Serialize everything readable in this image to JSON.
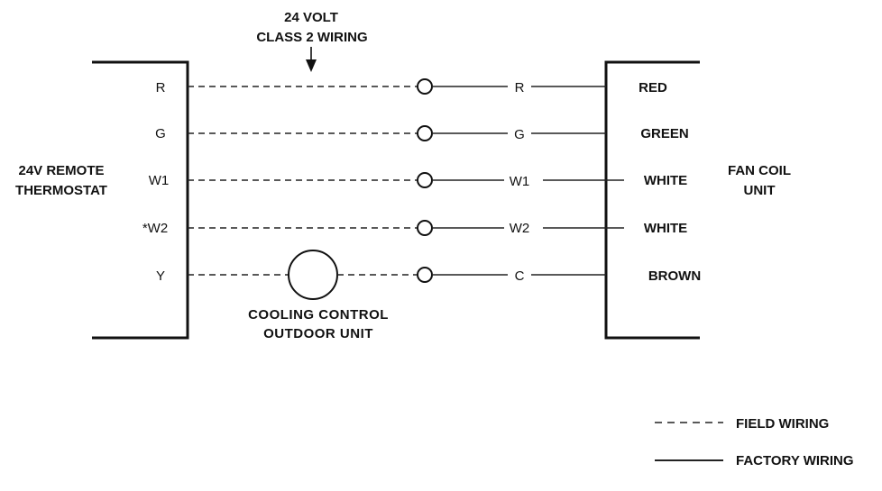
{
  "arrow_label": {
    "line1": "24 VOLT",
    "line2": "CLASS 2 WIRING"
  },
  "thermostat": {
    "line1": "24V REMOTE",
    "line2": "THERMOSTAT",
    "terminals": [
      "R",
      "G",
      "W1",
      "*W2",
      "Y"
    ]
  },
  "fan_coil": {
    "line1": "FAN COIL",
    "line2": "UNIT",
    "terminals": [
      "R",
      "G",
      "W1",
      "W2",
      "C"
    ],
    "wire_colors": [
      "RED",
      "GREEN",
      "WHITE",
      "WHITE",
      "BROWN"
    ]
  },
  "cooling_control": {
    "line1": "COOLING CONTROL",
    "line2": "OUTDOOR UNIT"
  },
  "legend": {
    "field": "FIELD WIRING",
    "factory": "FACTORY WIRING"
  }
}
